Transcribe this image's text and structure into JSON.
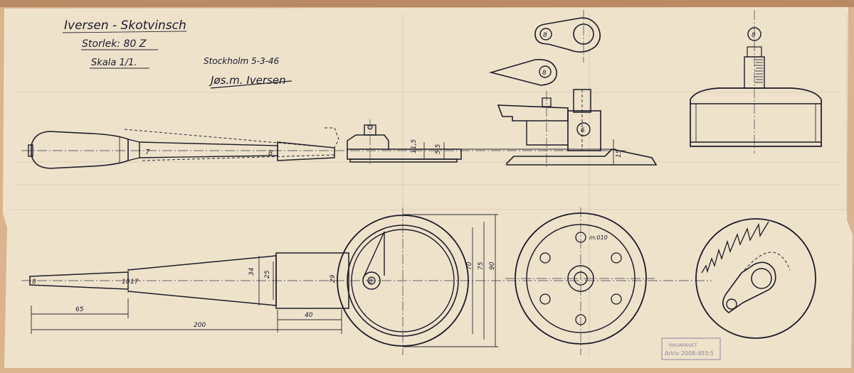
{
  "title": {
    "name": "Iversen - Skotvinsch",
    "size": "Storlek: 80 Z",
    "scale": "Skala 1/1.",
    "place_date": "Stockholm 5-3-46",
    "signature": "Jøs.m. Iversen"
  },
  "part_labels": {
    "handle": "7",
    "lever_arm": "8",
    "pawl_top": "8",
    "pawl_left": "8",
    "ratchet_side": "6",
    "gauge": "8",
    "hole_mark": "m:010"
  },
  "dimensions": {
    "side_height_a": "11,5",
    "side_height_b": "5,5",
    "base_height": "15",
    "shaft_end": "8",
    "shaft_mid_a": "10",
    "shaft_mid_b": "17",
    "taper_a": "34",
    "taper_b": "25",
    "hub_inner": "29",
    "disk_a": "70",
    "disk_b": "75",
    "disk_c": "90",
    "len_65": "65",
    "len_40": "40",
    "len_200": "200"
  },
  "stamp": {
    "line1": "RIKSARKIVET",
    "line2": "Arkiv 2008:493:5"
  },
  "colors": {
    "paper": "#efe2cb",
    "ink": "#1c1c28",
    "frame": "#d9b48e"
  }
}
